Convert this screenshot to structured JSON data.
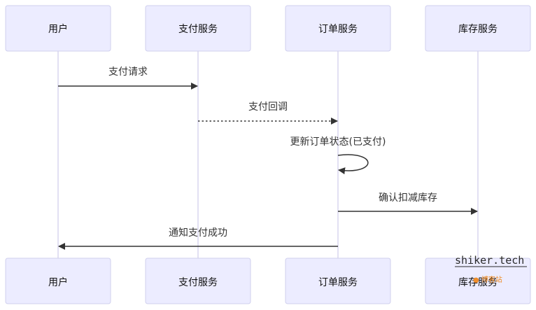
{
  "participants": [
    {
      "label": "用户"
    },
    {
      "label": "支付服务"
    },
    {
      "label": "订单服务"
    },
    {
      "label": "库存服务"
    }
  ],
  "messages": [
    {
      "from": "用户",
      "to": "支付服务",
      "text": "支付请求",
      "style": "solid"
    },
    {
      "from": "支付服务",
      "to": "订单服务",
      "text": "支付回调",
      "style": "dotted"
    },
    {
      "from": "订单服务",
      "to": "订单服务",
      "text": "更新订单状态(已支付)",
      "style": "solid"
    },
    {
      "from": "订单服务",
      "to": "库存服务",
      "text": "确认扣减库存",
      "style": "solid"
    },
    {
      "from": "订单服务",
      "to": "用户",
      "text": "通知支付成功",
      "style": "solid"
    }
  ],
  "watermark": {
    "site": "shiker.tech",
    "sub": "● 博客站"
  },
  "colors": {
    "actor_fill": "#ececff",
    "actor_stroke": "#cfcfee",
    "lifeline": "#d9d6ef",
    "arrow": "#333333",
    "watermark_accent": "#ef8d2a"
  }
}
